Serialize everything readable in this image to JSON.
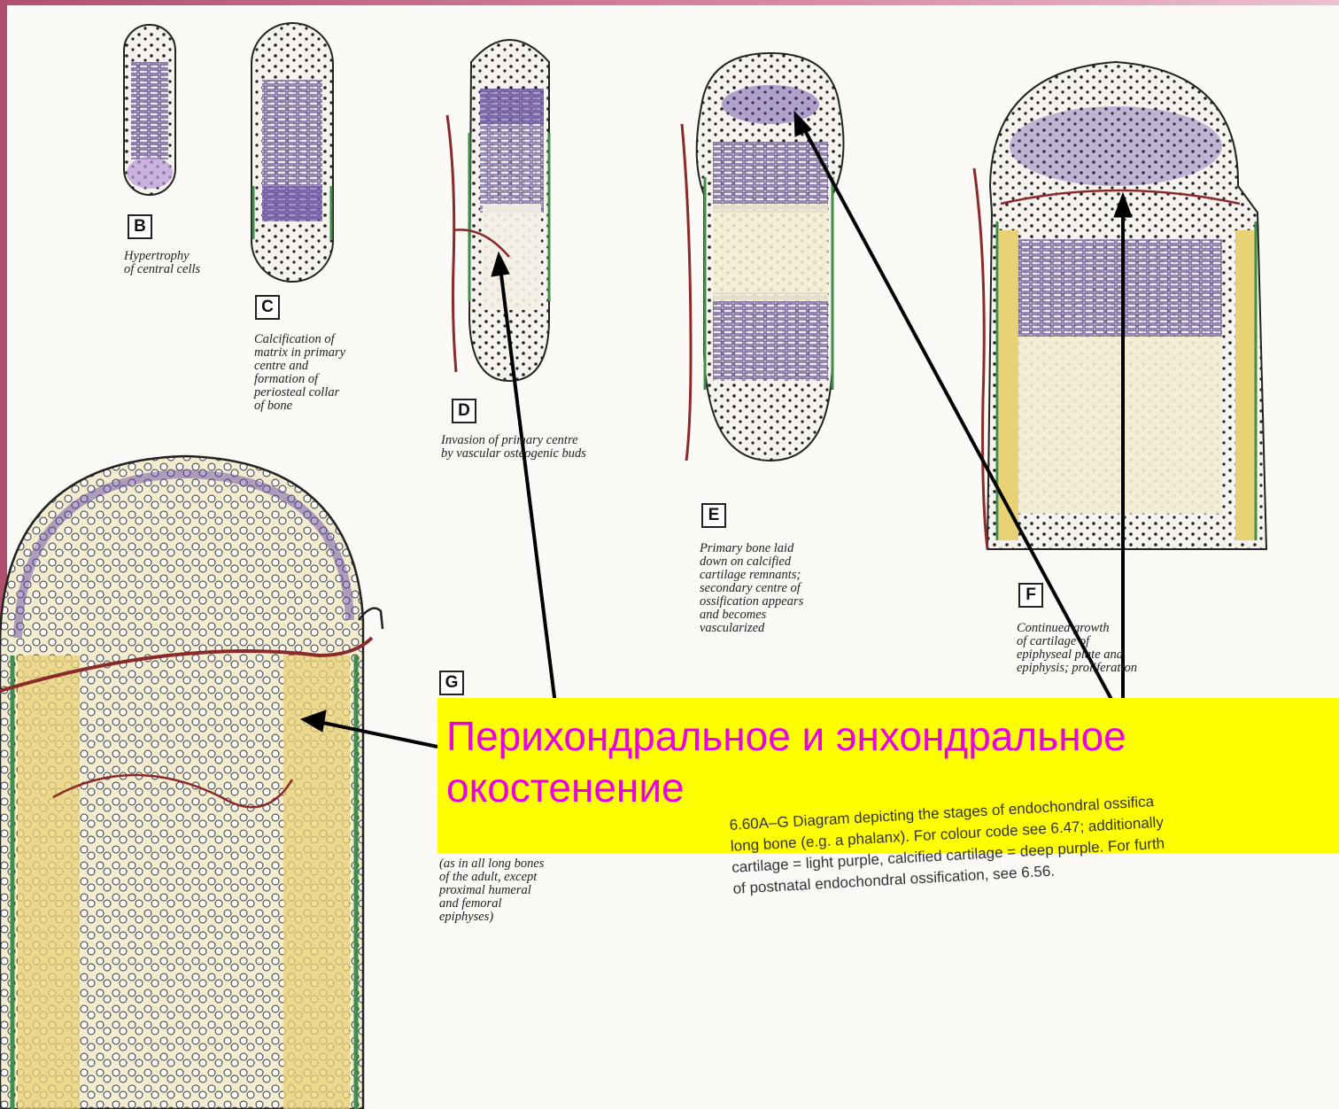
{
  "stages": {
    "b": {
      "letter": "B",
      "caption": "Hypertrophy\nof central cells"
    },
    "c": {
      "letter": "C",
      "caption": "Calcification of\nmatrix in primary\ncentre and\nformation of\nperiosteal collar\nof bone"
    },
    "d": {
      "letter": "D",
      "caption": "Invasion of primary centre\nby vascular osteogenic buds"
    },
    "e": {
      "letter": "E",
      "caption": "Primary bone laid\ndown on calcified\ncartilage remnants;\nsecondary centre of\nossification appears\nand becomes\nvascularized"
    },
    "f": {
      "letter": "F",
      "caption": "Continued growth\nof cartilage of\nepiphyseal plate and\nepiphysis; proliferation"
    },
    "g": {
      "letter": "G",
      "caption": "(as in all long bones\nof the adult, except\nproximal humeral\nand femoral\nepiphyses)"
    }
  },
  "banner": {
    "line1": "Перихондральное и энхондральное",
    "line2": "окостенение",
    "background": "#ffff00",
    "text_color": "#e800e8"
  },
  "figure_caption": {
    "line1": "6.60A–G   Diagram depicting the stages of endochondral ossifica",
    "line2": "long bone (e.g. a phalanx). For colour code see 6.47; additionally",
    "line3": "cartilage = light purple, calcified cartilage = deep purple. For furth",
    "line4": "of postnatal endochondral ossification, see 6.56."
  },
  "colors": {
    "bone": "#e9d275",
    "cartilage_light": "#b8a0d8",
    "cartilage_deep": "#5b3fa0",
    "periosteum": "#3f8f4a",
    "vessel": "#8b2a2a",
    "arrow": "#000000"
  }
}
